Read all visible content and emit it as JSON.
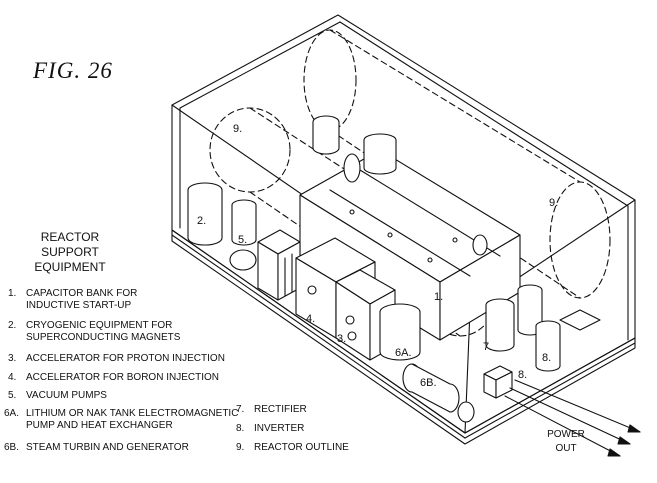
{
  "figure": {
    "title": "FIG. 26"
  },
  "legend": {
    "heading": [
      "REACTOR",
      "SUPPORT",
      "EQUIPMENT"
    ],
    "items": [
      {
        "num": "1.",
        "lines": [
          "CAPACITOR BANK FOR",
          "INDUCTIVE START-UP"
        ]
      },
      {
        "num": "2.",
        "lines": [
          "CRYOGENIC EQUIPMENT FOR",
          "SUPERCONDUCTING MAGNETS"
        ]
      },
      {
        "num": "3.",
        "lines": [
          "ACCELERATOR FOR PROTON INJECTION"
        ]
      },
      {
        "num": "4.",
        "lines": [
          "ACCELERATOR FOR BORON INJECTION"
        ]
      },
      {
        "num": "5.",
        "lines": [
          "VACUUM PUMPS"
        ]
      },
      {
        "num": "6A.",
        "lines": [
          "LITHIUM OR NAK TANK ELECTROMAGNETIC",
          "PUMP AND HEAT EXCHANGER"
        ]
      },
      {
        "num": "6B.",
        "lines": [
          "STEAM TURBIN AND GENERATOR"
        ]
      },
      {
        "num": "7.",
        "lines": [
          "RECTIFIER"
        ]
      },
      {
        "num": "8.",
        "lines": [
          "INVERTER"
        ]
      },
      {
        "num": "9.",
        "lines": [
          "REACTOR OUTLINE"
        ]
      }
    ]
  },
  "callouts": {
    "c1": "1.",
    "c2": "2.",
    "c3": "3.",
    "c4": "4.",
    "c5": "5.",
    "c6a": "6A.",
    "c6b": "6B.",
    "c7": "7.",
    "c8a": "8.",
    "c8b": "8.",
    "c9a": "9.",
    "c9b": "9."
  },
  "power_out": [
    "POWER",
    "OUT"
  ]
}
